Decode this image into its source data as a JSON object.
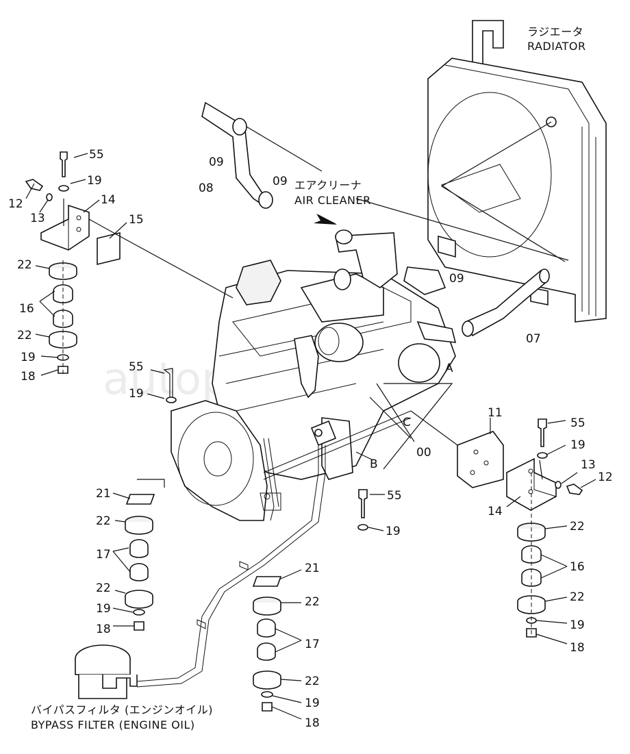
{
  "captions": {
    "radiator_jp": "ラジエータ",
    "radiator_en": "RADIATOR",
    "air_cleaner_jp": "エアクリーナ",
    "air_cleaner_en": "AIR CLEANER",
    "bypass_jp": "バイパスフィルタ (エンジンオイル)",
    "bypass_en": "BYPASS FILTER (ENGINE OIL)"
  },
  "watermark": "autopiter.ru",
  "part_numbers": {
    "p55a": "55",
    "p19a": "19",
    "p12a": "12",
    "p13a": "13",
    "p14a": "14",
    "p15": "15",
    "p22a": "22",
    "p16a": "16",
    "p22b": "22",
    "p19b": "19",
    "p18a": "18",
    "p09a": "09",
    "p08": "08",
    "p09b": "09",
    "p09c": "09",
    "p07": "07",
    "p55b": "55",
    "p19c": "19",
    "pA": "A",
    "pC": "C",
    "p00": "00",
    "pB": "B",
    "p11": "11",
    "p55c": "55",
    "p19d": "19",
    "p13b": "13",
    "p12b": "12",
    "p14b": "14",
    "p21a": "21",
    "p22c": "22",
    "p17a": "17",
    "p22d": "22",
    "p19e": "19",
    "p18b": "18",
    "p55d": "55",
    "p19f": "19",
    "p22e": "22",
    "p16b": "16",
    "p22f": "22",
    "p19g": "19",
    "p18c": "18",
    "p21b": "21",
    "p22g": "22",
    "p17b": "17",
    "p22h": "22",
    "p19h": "19",
    "p18d": "18"
  }
}
